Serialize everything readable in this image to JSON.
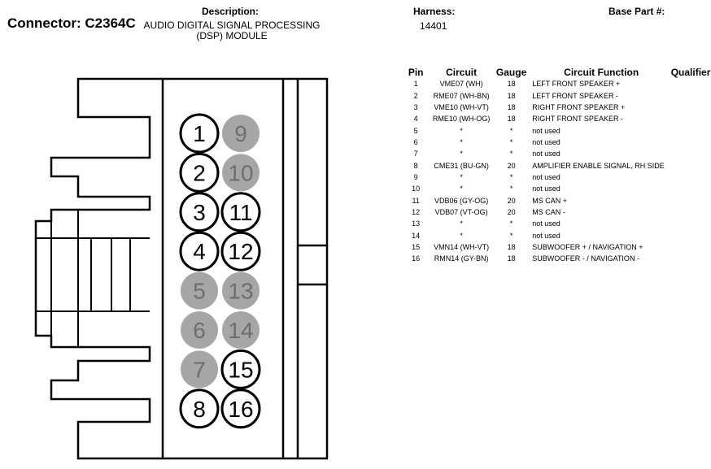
{
  "header": {
    "connector": "Connector: C2364C",
    "description_label": "Description:",
    "description": "AUDIO DIGITAL SIGNAL PROCESSING (DSP) MODULE",
    "harness_label": "Harness:",
    "harness": "14401",
    "base_part_label": "Base Part #:"
  },
  "table": {
    "headers": {
      "pin": "Pin",
      "circuit": "Circuit",
      "gauge": "Gauge",
      "function": "Circuit Function",
      "qualifier": "Qualifier"
    },
    "rows": [
      {
        "pin": "1",
        "circuit": "VME07 (WH)",
        "gauge": "18",
        "function": "LEFT FRONT SPEAKER +"
      },
      {
        "pin": "2",
        "circuit": "RME07 (WH-BN)",
        "gauge": "18",
        "function": "LEFT FRONT SPEAKER -"
      },
      {
        "pin": "3",
        "circuit": "VME10 (WH-VT)",
        "gauge": "18",
        "function": "RIGHT FRONT SPEAKER +"
      },
      {
        "pin": "4",
        "circuit": "RME10 (WH-OG)",
        "gauge": "18",
        "function": "RIGHT FRONT SPEAKER -"
      },
      {
        "pin": "5",
        "circuit": "*",
        "gauge": "*",
        "function": "not used"
      },
      {
        "pin": "6",
        "circuit": "*",
        "gauge": "*",
        "function": "not used"
      },
      {
        "pin": "7",
        "circuit": "*",
        "gauge": "*",
        "function": "not used"
      },
      {
        "pin": "8",
        "circuit": "CME31 (BU-GN)",
        "gauge": "20",
        "function": "AMPLIFIER ENABLE SIGNAL, RH SIDE"
      },
      {
        "pin": "9",
        "circuit": "*",
        "gauge": "*",
        "function": "not used"
      },
      {
        "pin": "10",
        "circuit": "*",
        "gauge": "*",
        "function": "not used"
      },
      {
        "pin": "11",
        "circuit": "VDB06 (GY-OG)",
        "gauge": "20",
        "function": "MS CAN +"
      },
      {
        "pin": "12",
        "circuit": "VDB07 (VT-OG)",
        "gauge": "20",
        "function": "MS CAN -"
      },
      {
        "pin": "13",
        "circuit": "*",
        "gauge": "*",
        "function": "not used"
      },
      {
        "pin": "14",
        "circuit": "*",
        "gauge": "*",
        "function": "not used"
      },
      {
        "pin": "15",
        "circuit": "VMN14 (WH-VT)",
        "gauge": "18",
        "function": "SUBWOOFER + / NAVIGATION +"
      },
      {
        "pin": "16",
        "circuit": "RMN14 (GY-BN)",
        "gauge": "18",
        "function": "SUBWOOFER - / NAVIGATION -"
      }
    ]
  },
  "connector_pins": [
    {
      "label": "1",
      "used": true
    },
    {
      "label": "2",
      "used": true
    },
    {
      "label": "3",
      "used": true
    },
    {
      "label": "4",
      "used": true
    },
    {
      "label": "5",
      "used": false
    },
    {
      "label": "6",
      "used": false
    },
    {
      "label": "7",
      "used": false
    },
    {
      "label": "8",
      "used": true
    },
    {
      "label": "9",
      "used": false
    },
    {
      "label": "10",
      "used": false
    },
    {
      "label": "11",
      "used": true
    },
    {
      "label": "12",
      "used": true
    },
    {
      "label": "13",
      "used": false
    },
    {
      "label": "14",
      "used": false
    },
    {
      "label": "15",
      "used": true
    },
    {
      "label": "16",
      "used": true
    }
  ],
  "colors": {
    "unused_pin_fill": "#a6a6a6",
    "unused_pin_text": "#6e6e6e",
    "outline": "#000000"
  }
}
